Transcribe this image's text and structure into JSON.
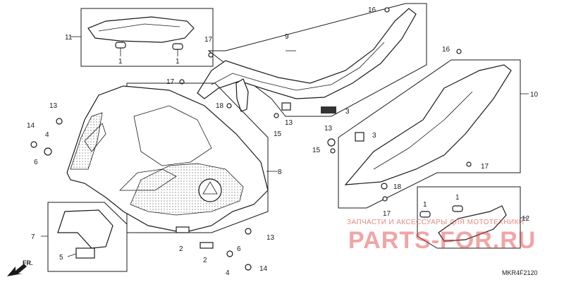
{
  "callouts": {
    "c1a": "1",
    "c1b": "1",
    "c1c": "1",
    "c1d": "1",
    "c2a": "2",
    "c2b": "2",
    "c3a": "3",
    "c3b": "3",
    "c4a": "4",
    "c4b": "4",
    "c5": "5",
    "c6a": "6",
    "c6b": "6",
    "c7": "7",
    "c8": "8",
    "c9": "9",
    "c10": "10",
    "c11": "11",
    "c12": "12",
    "c13a": "13",
    "c13b": "13",
    "c13c": "13",
    "c13d": "13",
    "c14a": "14",
    "c14b": "14",
    "c15a": "15",
    "c15b": "15",
    "c16a": "16",
    "c16b": "16",
    "c17a": "17",
    "c17b": "17",
    "c17c": "17",
    "c17d": "17",
    "c18a": "18",
    "c18b": "18"
  },
  "watermark": {
    "line1": "ЗАПЧАСТИ И АКСЕССУАРЫ ДЛЯ МОТОТЕХНИКИ",
    "line2": "PARTS-FOR.RU"
  },
  "direction_label": "FR.",
  "diagram_code": "MKR4F2120"
}
